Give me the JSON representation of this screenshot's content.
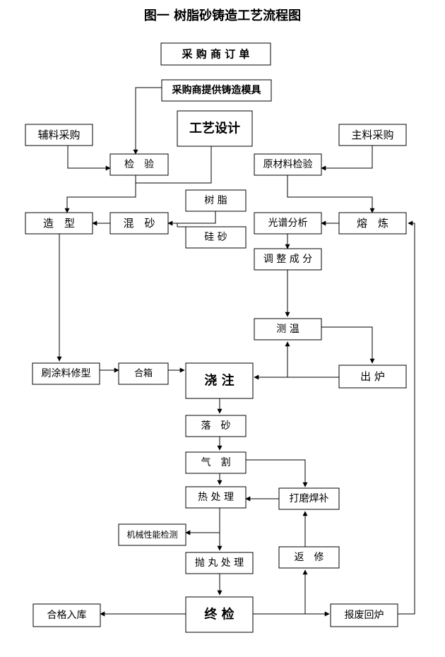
{
  "title": "图一 树脂砂铸造工艺流程图",
  "colors": {
    "line": "#000000",
    "box_fill": "#ffffff"
  },
  "nodes": {
    "purchase_order": "采 购 商 订 单",
    "mold_supply": "采购商提供铸造模具",
    "process_design": "工艺设计",
    "aux_purchase": "辅料采购",
    "main_purchase": "主料采购",
    "inspection": "检　验",
    "raw_inspection": "原材料检验",
    "resin": "树 脂",
    "silica_sand": "硅 砂",
    "molding": "造　型",
    "sand_mixing": "混　砂",
    "spectral": "光谱分析",
    "melting": "熔　炼",
    "adjust_comp": "调 整 成 分",
    "temp_measure": "测 温",
    "coating": "刷涂料修型",
    "closing": "合箱",
    "pouring": "浇 注",
    "tapping": "出 炉",
    "shakeout": "落　砂",
    "gas_cut": "气　割",
    "heat_treat": "热 处 理",
    "grind_weld": "打磨焊补",
    "mech_test": "机械性能检测",
    "shot_blast": "抛 丸 处 理",
    "rework": "返　修",
    "final_insp": "终 检",
    "warehouse": "合格入库",
    "scrap": "报废回炉"
  }
}
